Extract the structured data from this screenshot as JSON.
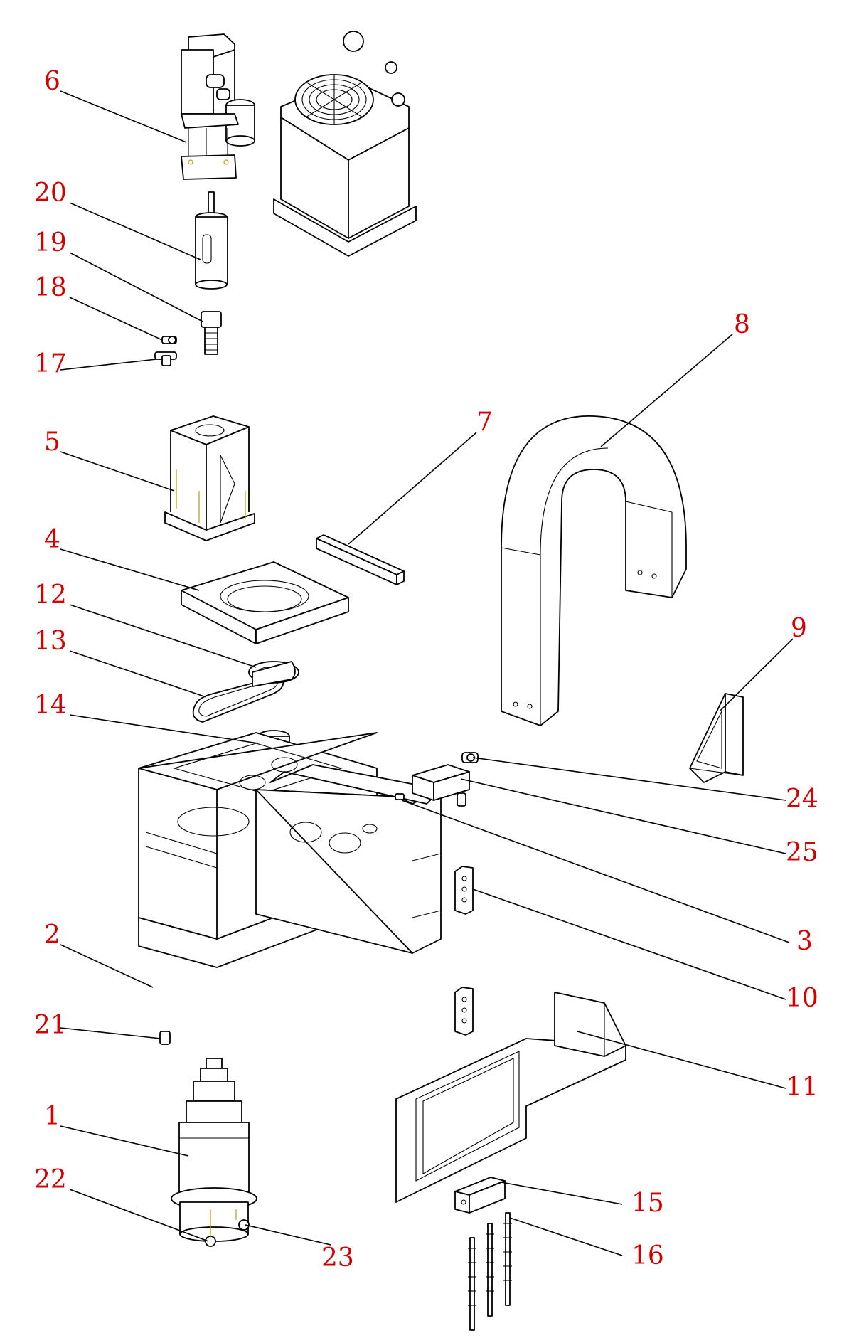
{
  "callouts": [
    {
      "id": "6",
      "label": "6"
    },
    {
      "id": "20",
      "label": "20"
    },
    {
      "id": "19",
      "label": "19"
    },
    {
      "id": "18",
      "label": "18"
    },
    {
      "id": "17",
      "label": "17"
    },
    {
      "id": "5",
      "label": "5"
    },
    {
      "id": "4",
      "label": "4"
    },
    {
      "id": "12",
      "label": "12"
    },
    {
      "id": "13",
      "label": "13"
    },
    {
      "id": "14",
      "label": "14"
    },
    {
      "id": "7",
      "label": "7"
    },
    {
      "id": "8",
      "label": "8"
    },
    {
      "id": "9",
      "label": "9"
    },
    {
      "id": "24",
      "label": "24"
    },
    {
      "id": "25",
      "label": "25"
    },
    {
      "id": "3",
      "label": "3"
    },
    {
      "id": "10",
      "label": "10"
    },
    {
      "id": "2",
      "label": "2"
    },
    {
      "id": "21",
      "label": "21"
    },
    {
      "id": "11",
      "label": "11"
    },
    {
      "id": "1",
      "label": "1"
    },
    {
      "id": "22",
      "label": "22"
    },
    {
      "id": "23",
      "label": "23"
    },
    {
      "id": "15",
      "label": "15"
    },
    {
      "id": "16",
      "label": "16"
    }
  ],
  "colors": {
    "label": "#d40000",
    "line": "#000000",
    "pin": "#b8a200"
  }
}
